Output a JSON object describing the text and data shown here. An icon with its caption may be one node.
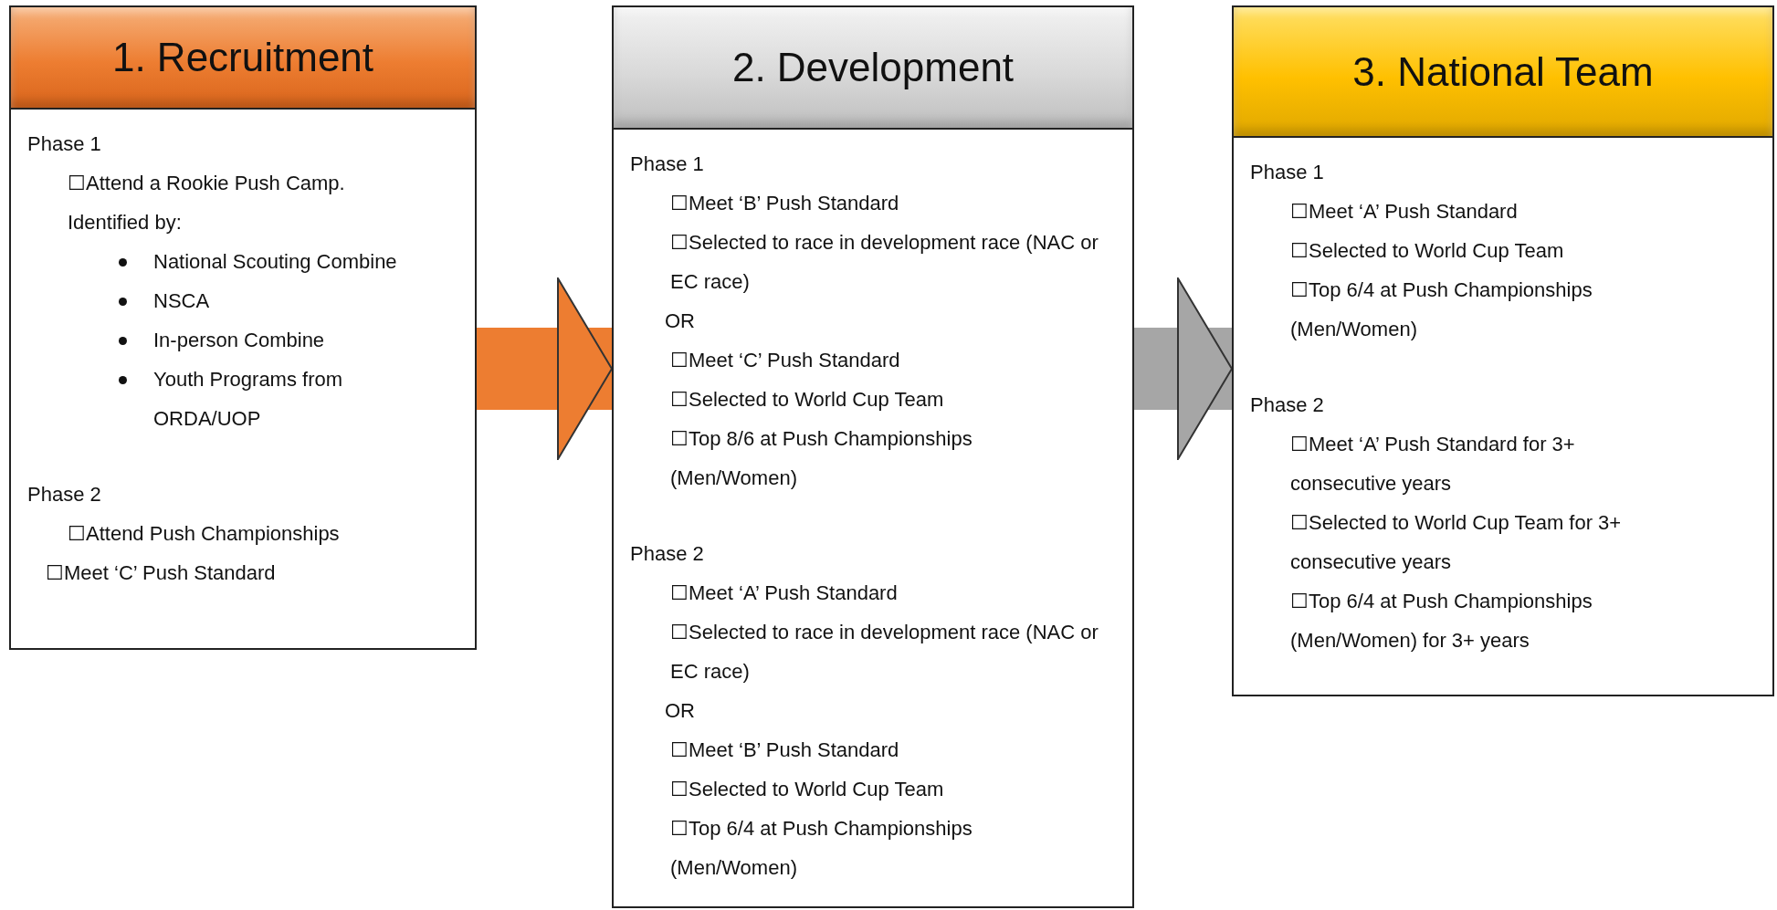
{
  "diagram": {
    "nodes": [
      {
        "text": [
          "1. Recruitment"
        ]
      },
      {
        "text": [
          "Phase 1",
          "☐Attend a Rookie Push Camp.",
          "Identified by:",
          "National Scouting Combine",
          "NSCA",
          "In-person Combine",
          "Youth Programs from ORDA/UOP",
          "Phase 2",
          "☐Attend Push Championships",
          "☐Meet ‘C’ Push Standard"
        ]
      },
      {
        "text": [
          "2. Development"
        ]
      },
      {
        "text": [
          "Phase 1",
          "☐Meet ‘B’ Push Standard",
          "☐Selected to race in development race (NAC or EC race)",
          "OR",
          "☐Meet ‘C’ Push Standard",
          "☐Selected to World Cup Team",
          "☐Top 8/6 at Push Championships (Men/Women)",
          "Phase 2",
          "☐Meet ‘A’ Push Standard",
          "☐Selected to race in development race (NAC or EC race)",
          "OR",
          "☐Meet ‘B’ Push Standard",
          "☐Selected to World Cup Team",
          "☐Top 6/4 at Push Championships (Men/Women)"
        ]
      },
      {
        "text": [
          "3. National Team"
        ]
      },
      {
        "text": [
          "Phase 1",
          "☐Meet ‘A’ Push Standard",
          "☐Selected to World Cup Team",
          "☐Top 6/4 at Push Championships (Men/Women)",
          "Phase 2",
          "☐Meet ‘A’ Push Standard for 3+ consecutive years",
          "☐Selected to World Cup Team for 3+ consecutive years",
          "☐Top 6/4 at Push Championships (Men/Women) for 3+ years"
        ]
      }
    ],
    "edges": [
      {
        "from": 1,
        "to": 3,
        "arrow": "to",
        "color": "#ed7d31"
      },
      {
        "from": 3,
        "to": 5,
        "arrow": "to",
        "color": "#a6a6a6"
      }
    ]
  }
}
